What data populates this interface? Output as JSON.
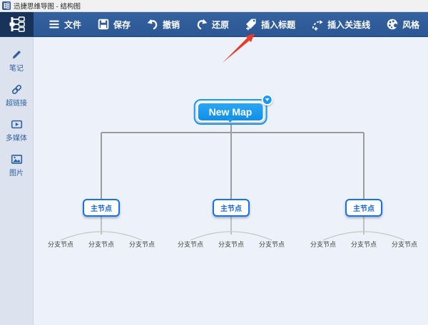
{
  "window": {
    "title": "迅捷思维导图 - 结构图"
  },
  "toolbar": {
    "items": [
      {
        "id": "file",
        "label": "文件"
      },
      {
        "id": "save",
        "label": "保存"
      },
      {
        "id": "undo",
        "label": "撤销"
      },
      {
        "id": "redo",
        "label": "还原"
      },
      {
        "id": "insert-title",
        "label": "插入标题"
      },
      {
        "id": "insert-connector",
        "label": "插入关连线"
      },
      {
        "id": "style",
        "label": "风格"
      }
    ]
  },
  "sidebar": {
    "items": [
      {
        "id": "notes",
        "label": "笔记"
      },
      {
        "id": "hyperlink",
        "label": "超链接"
      },
      {
        "id": "multimedia",
        "label": "多媒体"
      },
      {
        "id": "picture",
        "label": "图片"
      }
    ]
  },
  "mindmap": {
    "root": {
      "label": "New Map"
    },
    "main_nodes": [
      {
        "label": "主节点",
        "children": [
          "分支节点",
          "分支节点",
          "分支节点"
        ]
      },
      {
        "label": "主节点",
        "children": [
          "分支节点",
          "分支节点",
          "分支节点"
        ]
      },
      {
        "label": "主节点",
        "children": [
          "分支节点",
          "分支节点",
          "分支节点"
        ]
      }
    ]
  },
  "colors": {
    "toolbar_blue": "#2e5c9c",
    "logo_navy": "#173359",
    "node_fill_blue": "#189af0",
    "node_border_blue": "#1673e6",
    "canvas_bg": "#edf1f9",
    "sidebar_bg": "#dde3ee",
    "connector_gray": "#9c9c9c",
    "annotation_red": "#e63e2b"
  }
}
